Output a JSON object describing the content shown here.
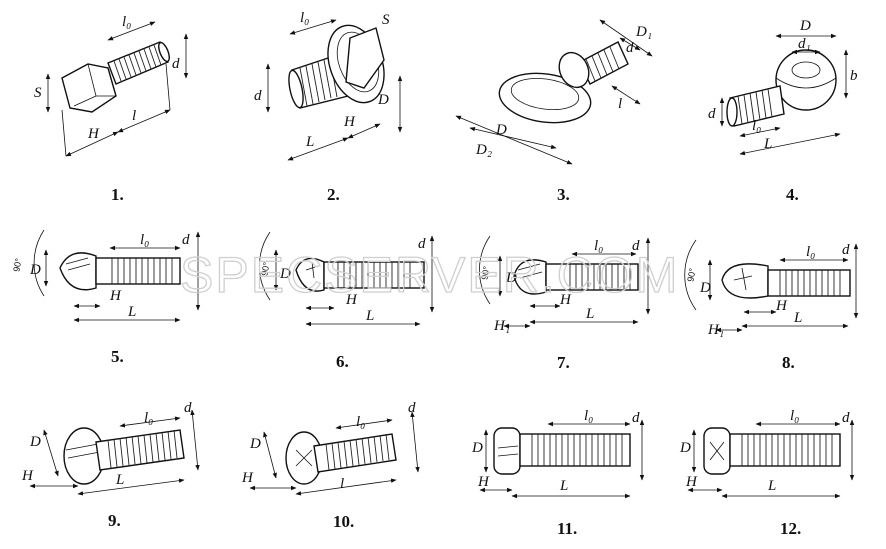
{
  "watermark": "SPECSERVER.COM",
  "figures": [
    {
      "number": "1.",
      "labels": {
        "l0": "l₀",
        "s": "S",
        "d": "d",
        "h": "H",
        "l": "l"
      }
    },
    {
      "number": "2.",
      "labels": {
        "l0": "l₀",
        "s": "S",
        "d": "d",
        "d_big": "D",
        "h": "H",
        "l": "L"
      }
    },
    {
      "number": "3.",
      "labels": {
        "d1": "D₁",
        "d": "d",
        "d_ring": "D",
        "d2": "D₂",
        "l": "l"
      }
    },
    {
      "number": "4.",
      "labels": {
        "d_top": "D",
        "d1": "d₁",
        "b": "b",
        "d": "d",
        "l0": "l₀",
        "l": "L"
      }
    },
    {
      "number": "5.",
      "labels": {
        "angle": "90°",
        "d_big": "D",
        "l0": "l₀",
        "d": "d",
        "h": "H",
        "l": "L"
      }
    },
    {
      "number": "6.",
      "labels": {
        "angle": "90°",
        "d_big": "D",
        "d": "d",
        "h": "H",
        "l": "L"
      }
    },
    {
      "number": "7.",
      "labels": {
        "angle": "90°",
        "d_big": "D",
        "l0": "l₀",
        "d": "d",
        "h": "H",
        "h1": "H₁",
        "l": "L"
      }
    },
    {
      "number": "8.",
      "labels": {
        "angle": "90°",
        "d_big": "D",
        "l0": "l₀",
        "d": "d",
        "h": "H",
        "h1": "H₁",
        "l": "L"
      }
    },
    {
      "number": "9.",
      "labels": {
        "d_big": "D",
        "l0": "l₀",
        "d": "d",
        "h": "H",
        "l": "L"
      }
    },
    {
      "number": "10.",
      "labels": {
        "d_big": "D",
        "l0": "l₀",
        "d": "d",
        "h": "H",
        "l": "l"
      }
    },
    {
      "number": "11.",
      "labels": {
        "d_big": "D",
        "l0": "l₀",
        "d": "d",
        "h": "H",
        "l": "L"
      }
    },
    {
      "number": "12.",
      "labels": {
        "d_big": "D",
        "l0": "l₀",
        "d": "d",
        "h": "H",
        "l": "L"
      }
    }
  ]
}
